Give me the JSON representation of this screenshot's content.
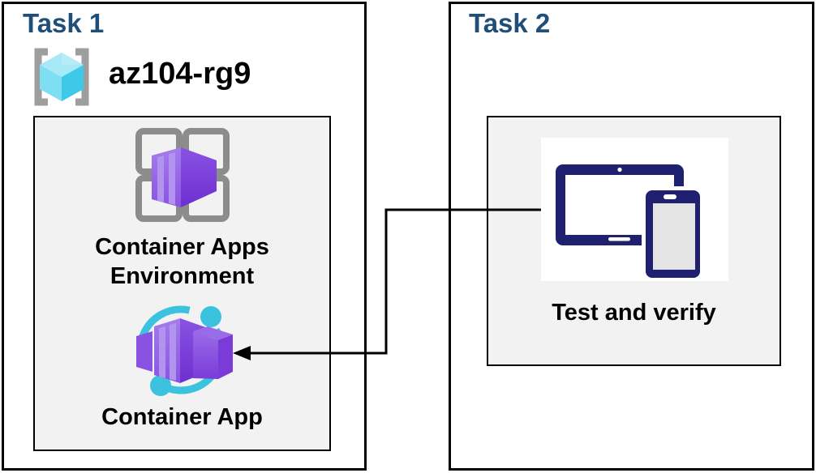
{
  "tasks": {
    "task1": {
      "title": "Task 1",
      "resource_group": {
        "name": "az104-rg9",
        "icon": "resource-group-icon"
      },
      "environment": {
        "label_line1": "Container Apps",
        "label_line2": "Environment",
        "icon": "container-apps-environment-icon"
      },
      "container_app": {
        "label": "Container App",
        "icon": "container-app-icon"
      }
    },
    "task2": {
      "title": "Task 2",
      "test": {
        "label": "Test and verify",
        "icon": "devices-icon"
      }
    }
  },
  "connector": {
    "type": "elbow-arrow",
    "from": "task2-test-panel",
    "to": "container-app-icon",
    "direction": "arrowhead-points-left-at-container-app"
  },
  "colors": {
    "title_blue": "#1F4E79",
    "panel_gray": "#F2F2F2",
    "border_black": "#000000",
    "purple_front_light": "#A47DEB",
    "purple_mid": "#8A52E2",
    "purple_dark": "#6E2FD0",
    "purple_stripe": "#B293EE",
    "cyan_ring": "#3BC2DE",
    "device_navy": "#1F2070",
    "bracket_gray": "#9E9E9E",
    "grid_gray": "#8C8C8C",
    "cube_cyan_top": "#A7E9F6",
    "cube_cyan_left": "#7EDFF3",
    "cube_cyan_right": "#3EC9E9"
  }
}
